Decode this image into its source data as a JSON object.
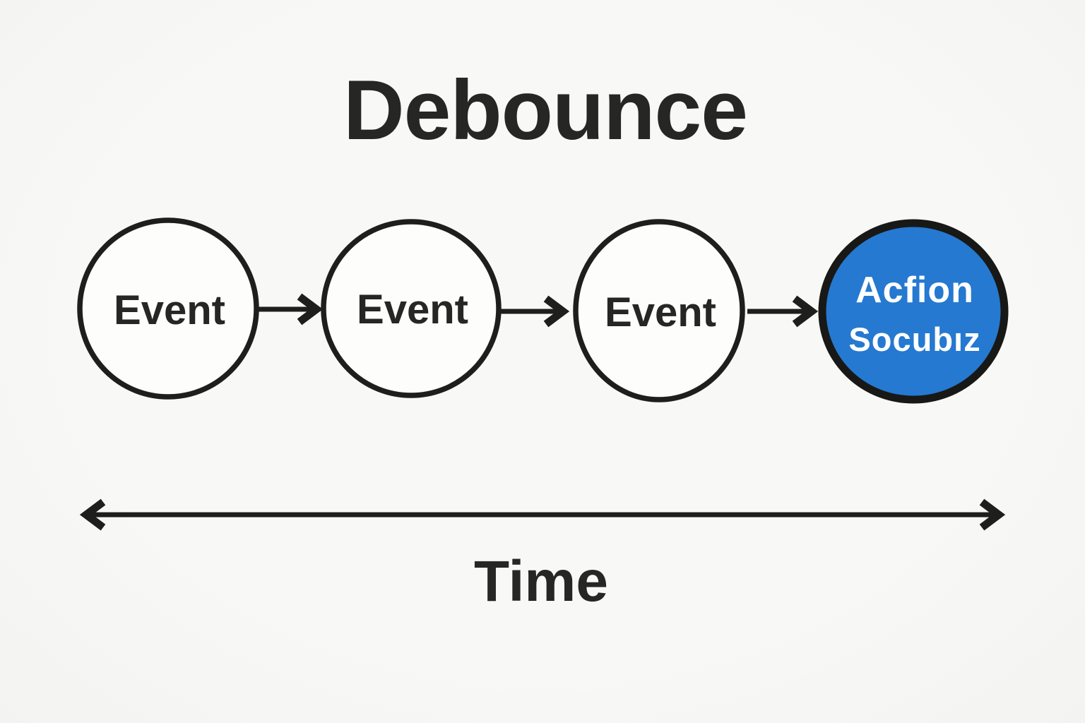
{
  "title": "Debounce",
  "diagram": {
    "nodes": [
      {
        "label": "Event",
        "type": "event"
      },
      {
        "label": "Event",
        "type": "event"
      },
      {
        "label": "Event",
        "type": "event"
      },
      {
        "label_line1": "Acfion",
        "label_line2": "Socubız",
        "type": "action"
      }
    ],
    "timeline_label": "Time"
  },
  "colors": {
    "background": "#f8f8f6",
    "ink": "#1e1e1c",
    "title_ink": "#262625",
    "node_fill": "#fdfdfc",
    "action_fill": "#2579d0",
    "action_ring": "#181816",
    "action_ink": "#ffffff"
  }
}
